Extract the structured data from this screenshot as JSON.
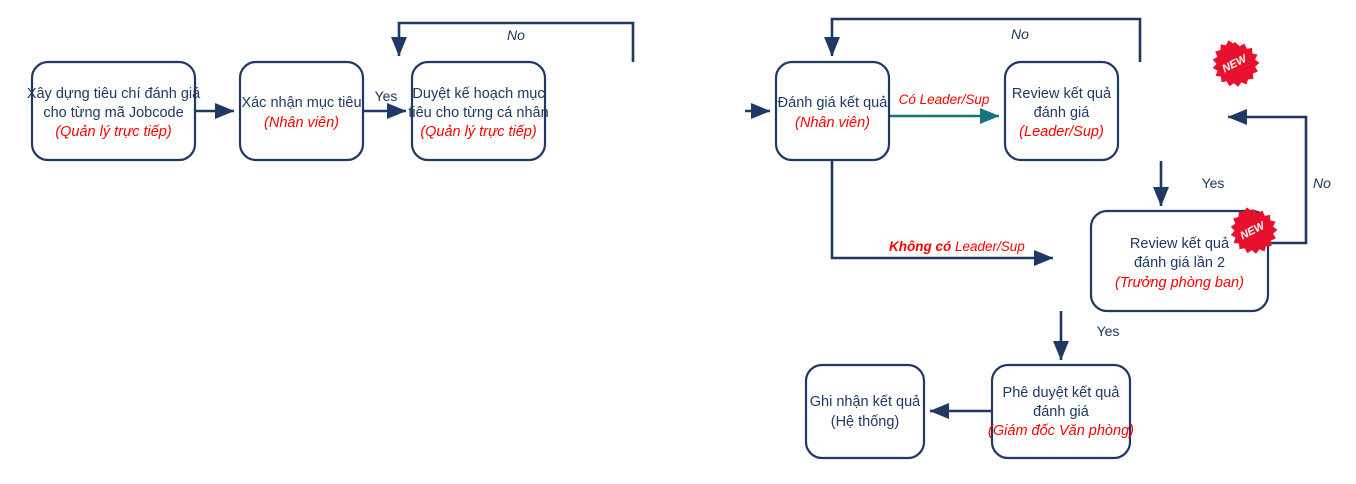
{
  "diagram": {
    "title": "Quy trinh danh gia ket qua",
    "colors": {
      "node_stroke": "#1f3864",
      "node_fill": "#ffffff",
      "text_blue": "#1f3864",
      "text_red": "#ff0000",
      "edge_blue": "#1f3864",
      "edge_teal": "#17747f",
      "badge_red": "#e8112d"
    },
    "nodes": [
      {
        "id": "n1",
        "line1": "Xây dựng tiêu chí đánh giá",
        "line2": "cho từng mã Jobcode",
        "role": "(Quản lý trực tiếp)",
        "role_style": "red-italic",
        "badge": ""
      },
      {
        "id": "n2",
        "line1": "Xác nhận mục tiêu",
        "line2": "",
        "role": "(Nhân viên)",
        "role_style": "red-italic",
        "badge": ""
      },
      {
        "id": "n3",
        "line1": "Duyệt kế hoạch mục",
        "line2": "tiêu cho từng cá nhân",
        "role": "(Quản lý trực tiếp)",
        "role_style": "red-italic",
        "badge": ""
      },
      {
        "id": "n4",
        "line1": "Đánh giá kết quả",
        "line2": "",
        "role": "(Nhân viên)",
        "role_style": "red-italic",
        "badge": ""
      },
      {
        "id": "n5",
        "line1": "Review kết quả",
        "line2": "đánh giá",
        "role": "(Leader/Sup)",
        "role_style": "red-italic",
        "badge": "NEW"
      },
      {
        "id": "n6",
        "line1": "Review kết quả",
        "line2": "đánh giá lần 2",
        "role": "(Trưởng phòng ban)",
        "role_style": "red-italic",
        "badge": "NEW"
      },
      {
        "id": "n7",
        "line1": "Phê duyệt kết quả",
        "line2": "đánh giá",
        "role": "(Giám đốc Văn phòng)",
        "role_style": "red-italic",
        "badge": ""
      },
      {
        "id": "n8",
        "line1": "Ghi nhận kết quả",
        "line2": "",
        "role": "(Hệ thống)",
        "role_style": "blue-plain",
        "badge": ""
      }
    ],
    "edge_labels": {
      "no_loop_1": "No",
      "yes_1": "Yes",
      "no_loop_2": "No",
      "co_leader": "Có Leader/Sup",
      "khong_co_bold": "Không có",
      "khong_co_rest": " Leader/Sup",
      "yes_2": "Yes",
      "no_right": "No",
      "yes_3": "Yes"
    },
    "badge_label": "NEW"
  }
}
